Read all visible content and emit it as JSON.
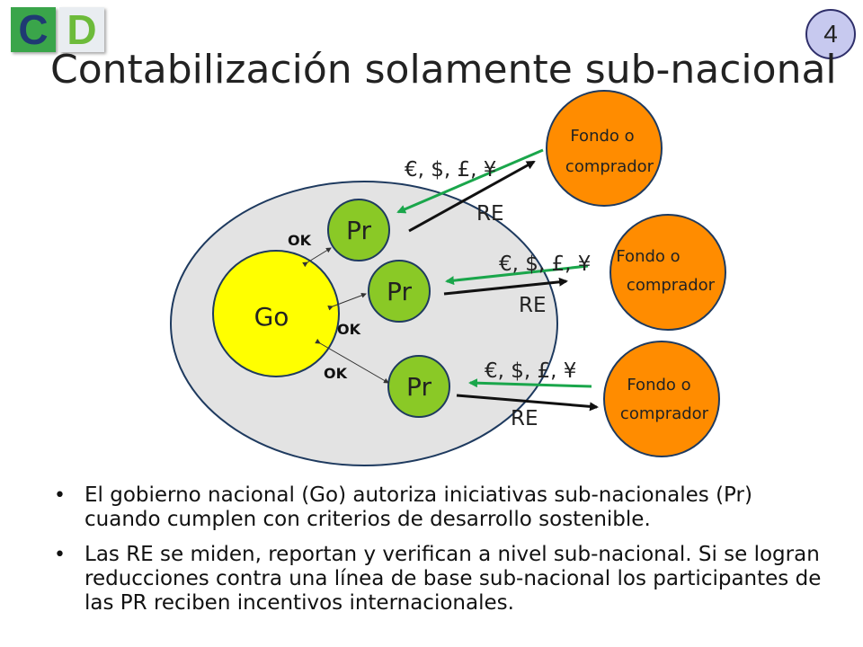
{
  "logo": {
    "letters": [
      "C",
      "D"
    ]
  },
  "slide_number": "4",
  "title": "Contabilización solamente sub-nacional",
  "diagram": {
    "government": "Go",
    "projects": [
      "Pr",
      "Pr",
      "Pr"
    ],
    "ok_labels": [
      "OK",
      "OK",
      "OK"
    ],
    "currency_labels": [
      "€, $, £, ¥",
      "€, $, £, ¥",
      "€, $, £, ¥"
    ],
    "re_labels": [
      "RE",
      "RE",
      "RE"
    ],
    "buyers": [
      {
        "line1": "Fondo o",
        "line2": "comprador"
      },
      {
        "line1": "Fondo o",
        "line2": "comprador"
      },
      {
        "line1": "Fondo o",
        "line2": "comprador"
      }
    ],
    "colors": {
      "ellipse": "#e3e3e3",
      "government": "#ffff00",
      "project": "#8ac926",
      "buyer": "#ff8c00",
      "money_arrow": "#1aa64b",
      "re_arrow": "#111111"
    }
  },
  "bullets": [
    "El gobierno nacional (Go) autoriza iniciativas sub-nacionales (Pr) cuando cumplen con criterios de desarrollo sostenible.",
    "Las RE se miden, reportan y verifican a nivel sub-nacional. Si se logran reducciones contra una línea de base sub-nacional los participantes de las PR reciben incentivos internacionales."
  ]
}
